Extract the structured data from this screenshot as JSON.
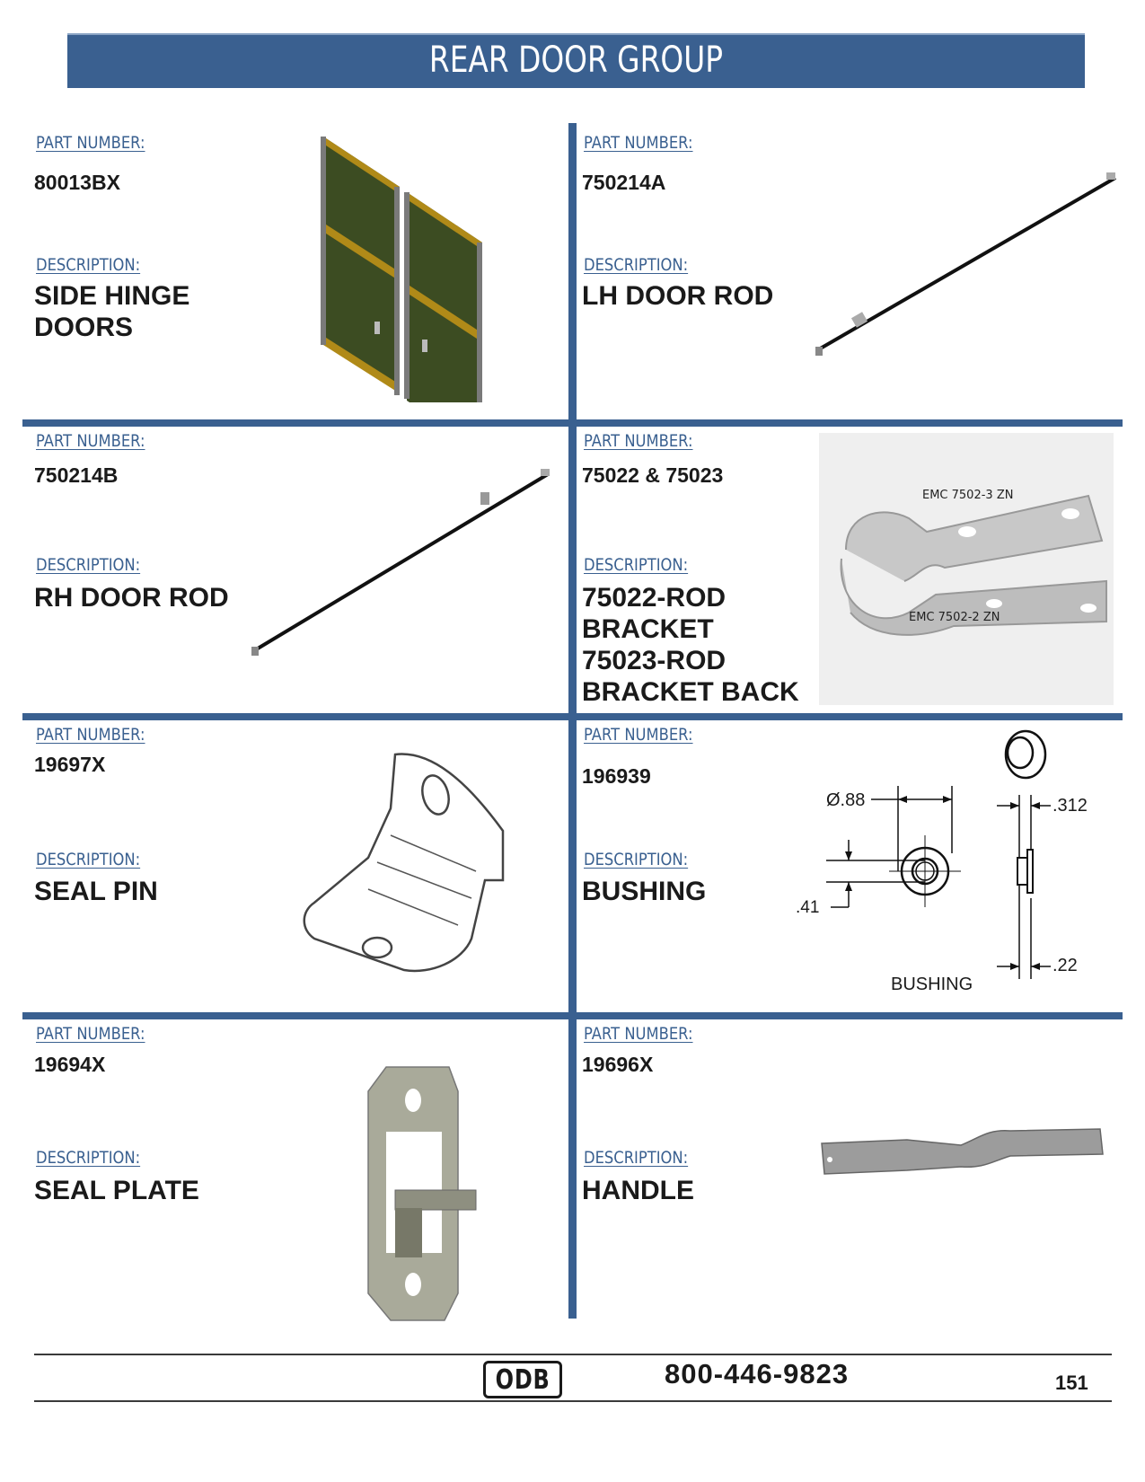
{
  "header": {
    "title": "REAR DOOR GROUP"
  },
  "labels": {
    "part_number": "PART NUMBER:",
    "description": "DESCRIPTION:"
  },
  "parts": [
    {
      "part_number": "80013BX",
      "description": "SIDE HINGE\nDOORS",
      "image": "side-hinge-doors"
    },
    {
      "part_number": "750214A",
      "description": "LH DOOR ROD",
      "image": "lh-door-rod"
    },
    {
      "part_number": "750214B",
      "description": "RH DOOR ROD",
      "image": "rh-door-rod"
    },
    {
      "part_number": "75022 & 75023",
      "description": "75022-ROD\nBRACKET\n75023-ROD\nBRACKET BACK",
      "image": "rod-bracket",
      "image_labels": {
        "top": "EMC 7502-3 ZN",
        "bottom": "EMC 7502-2 ZN"
      }
    },
    {
      "part_number": "19697X",
      "description": "SEAL PIN",
      "image": "seal-pin"
    },
    {
      "part_number": "196939",
      "description": "BUSHING",
      "image": "bushing-drawing",
      "drawing": {
        "diameter": "Ø.88",
        "inner": ".41",
        "width": ".312",
        "flange": ".22",
        "caption": "BUSHING"
      }
    },
    {
      "part_number": "19694X",
      "description": "SEAL PLATE",
      "image": "seal-plate"
    },
    {
      "part_number": "19696X",
      "description": "HANDLE",
      "image": "handle"
    }
  ],
  "footer": {
    "logo": "ODB",
    "phone": "800-446-9823",
    "page": "151"
  },
  "colors": {
    "accent": "#3a6090",
    "text": "#1a1a1a"
  }
}
